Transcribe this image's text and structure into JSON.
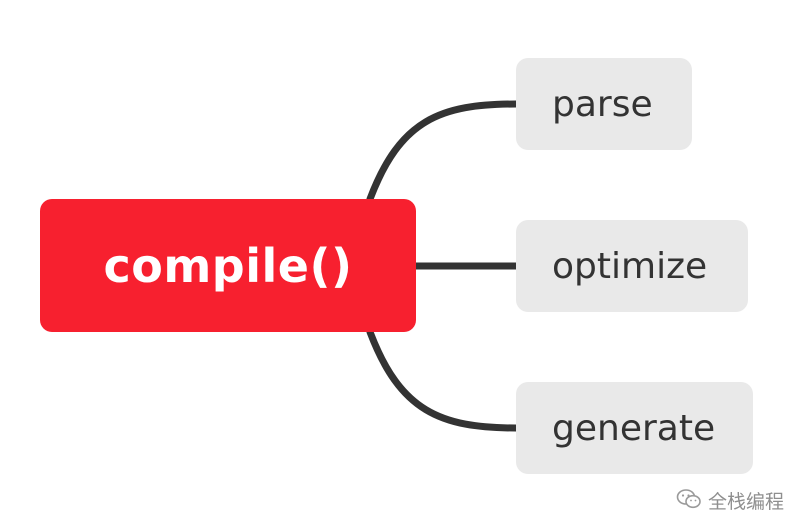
{
  "diagram": {
    "root": {
      "label": "compile()",
      "color": "#f7202f"
    },
    "children": [
      {
        "label": "parse"
      },
      {
        "label": "optimize"
      },
      {
        "label": "generate"
      }
    ],
    "connector_color": "#333333",
    "child_fill": "#e9e9e9"
  },
  "watermark": {
    "icon": "wechat-icon",
    "text": "全栈编程"
  }
}
